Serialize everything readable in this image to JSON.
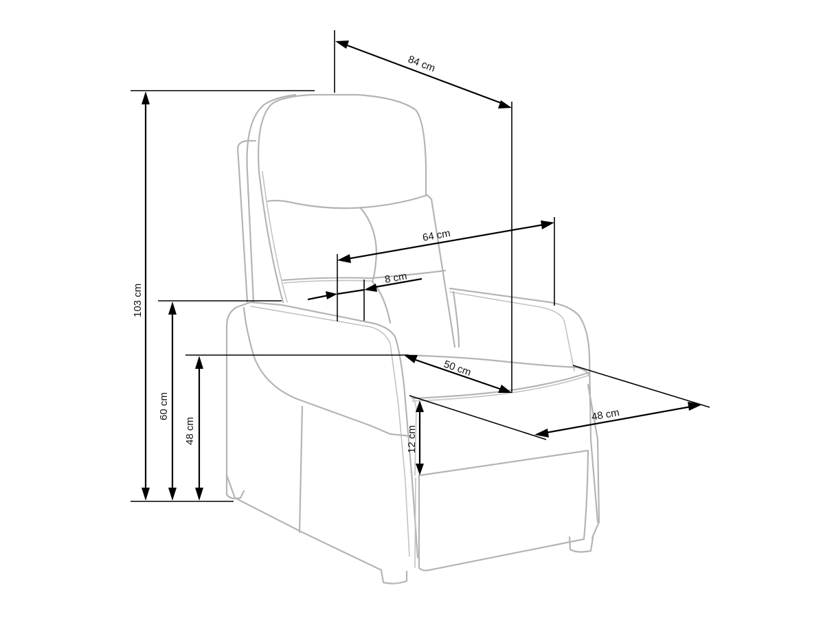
{
  "diagram": {
    "subject": "Recliner armchair dimension drawing",
    "units": "cm",
    "line_colors": {
      "outline": "#b4b4b4",
      "dimension": "#000000"
    },
    "dimensions": {
      "depth_total": {
        "label": "84 cm",
        "value": 84
      },
      "width_total": {
        "label": "64 cm",
        "value": 64
      },
      "armrest_width": {
        "label": "8 cm",
        "value": 8
      },
      "seat_depth": {
        "label": "50 cm",
        "value": 50
      },
      "seat_width": {
        "label": "48 cm",
        "value": 48
      },
      "footrest_height": {
        "label": "12 cm",
        "value": 12
      },
      "height_total": {
        "label": "103 cm",
        "value": 103
      },
      "armrest_height": {
        "label": "60 cm",
        "value": 60
      },
      "seat_height": {
        "label": "48 cm",
        "value": 48
      }
    }
  }
}
